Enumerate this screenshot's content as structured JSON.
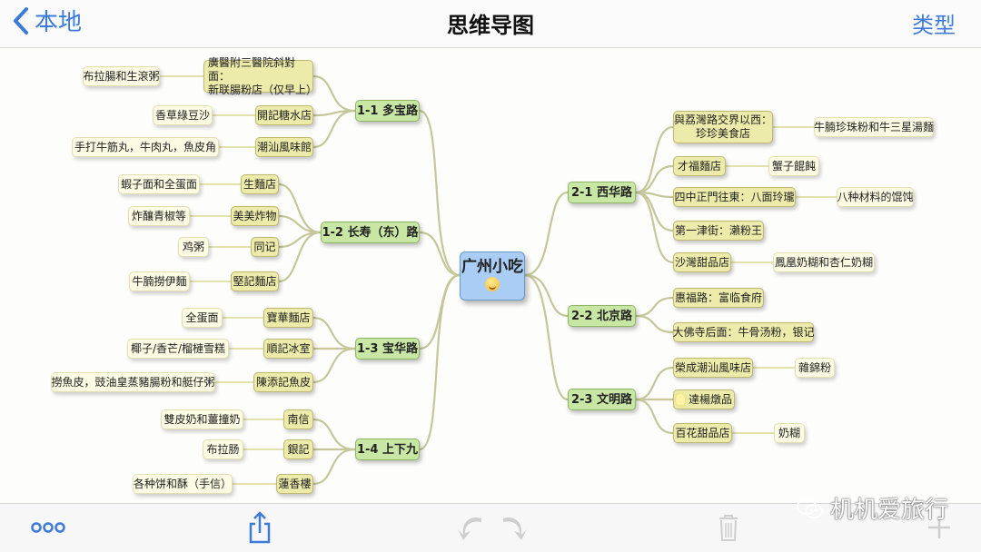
{
  "navbar": {
    "back_label": "本地",
    "title": "思维导图",
    "type_label": "类型",
    "accent_color": "#3d7bd9"
  },
  "mindmap": {
    "root": {
      "label": "广州小吃",
      "icon": "smiley-emoji-icon"
    },
    "left_branches": [
      {
        "label": "1-1 多宝路",
        "shops": [
          {
            "label": "廣醫附三醫院斜對面：\n新联腸粉店（仅早上）",
            "items": [
              "布拉腸和生滾粥"
            ]
          },
          {
            "label": "開記糖水店",
            "items": [
              "香草綠豆沙"
            ]
          },
          {
            "label": "潮汕風味館",
            "items": [
              "手打牛筋丸，牛肉丸，魚皮角"
            ]
          }
        ]
      },
      {
        "label": "1-2 长寿（东）路",
        "shops": [
          {
            "label": "生麵店",
            "items": [
              "蝦子面和全蛋面"
            ]
          },
          {
            "label": "美美炸物",
            "items": [
              "炸釀青椒等"
            ]
          },
          {
            "label": "同记",
            "items": [
              "鸡粥"
            ]
          },
          {
            "label": "堅記麵店",
            "items": [
              "牛腩撈伊麵"
            ]
          }
        ]
      },
      {
        "label": "1-3 宝华路",
        "shops": [
          {
            "label": "寶華麵店",
            "items": [
              "全蛋面"
            ]
          },
          {
            "label": "順記冰室",
            "items": [
              "椰子/香芒/榴槤雪糕"
            ]
          },
          {
            "label": "陳添記魚皮",
            "items": [
              "撈魚皮，豉油皇蒸豬腸粉和艇仔粥"
            ]
          }
        ]
      },
      {
        "label": "1-4 上下九",
        "shops": [
          {
            "label": "南信",
            "items": [
              "雙皮奶和薑撞奶"
            ]
          },
          {
            "label": "銀記",
            "items": [
              "布拉肠"
            ]
          },
          {
            "label": "蓮香樓",
            "items": [
              "各种饼和酥（手信）"
            ]
          }
        ]
      }
    ],
    "right_branches": [
      {
        "label": "2-1 西华路",
        "shops": [
          {
            "label": "與荔灣路交界以西：\n珍珍美食店",
            "items": [
              "牛腩珍珠粉和牛三星湯麵"
            ]
          },
          {
            "label": "才福麵店",
            "items": [
              "蟹子餛飩"
            ]
          },
          {
            "label": "四中正門往東：八面玲瓏",
            "items": [
              "八种材料的馄饨"
            ]
          },
          {
            "label": "第一津街：瀨粉王",
            "items": []
          },
          {
            "label": "沙灣甜品店",
            "items": [
              "鳳凰奶糊和杏仁奶糊"
            ]
          }
        ]
      },
      {
        "label": "2-2 北京路",
        "shops": [
          {
            "label": "惠福路：富临食府",
            "items": []
          },
          {
            "label": "大佛寺后面：牛骨汤粉，银记",
            "items": []
          }
        ]
      },
      {
        "label": "2-3 文明路",
        "shops": [
          {
            "label": "榮成潮汕風味店",
            "items": [
              "雜錦粉"
            ]
          },
          {
            "label": "達楊燉品",
            "items": [],
            "icon": "lightbulb-icon"
          },
          {
            "label": "百花甜品店",
            "items": [
              "奶糊"
            ]
          }
        ]
      }
    ],
    "colors": {
      "root": "#a9cdf5",
      "road": "#c9e7a4",
      "shop": "#ecebaa",
      "leaf": "#fdfbe3",
      "link": "#c5c79a"
    }
  },
  "toolbar": {
    "items": [
      "more-icon",
      "share-icon",
      "undo-icon",
      "redo-icon",
      "trash-icon",
      "add-icon"
    ]
  },
  "watermark": {
    "label": "机机爱旅行"
  }
}
